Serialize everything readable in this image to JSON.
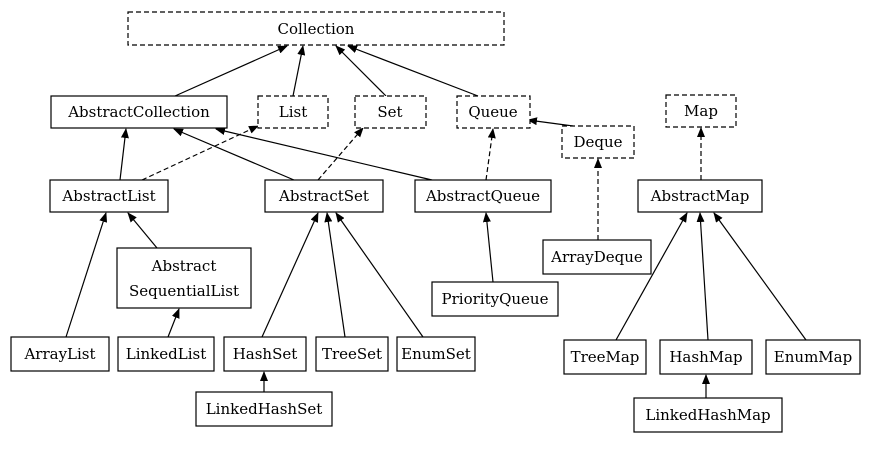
{
  "nodes": {
    "collection": {
      "label": "Collection",
      "kind": "interface"
    },
    "abstract_collection": {
      "label": "AbstractCollection",
      "kind": "class"
    },
    "list": {
      "label": "List",
      "kind": "interface"
    },
    "set": {
      "label": "Set",
      "kind": "interface"
    },
    "queue": {
      "label": "Queue",
      "kind": "interface"
    },
    "deque": {
      "label": "Deque",
      "kind": "interface"
    },
    "abstract_list": {
      "label": "AbstractList",
      "kind": "class"
    },
    "abstract_set": {
      "label": "AbstractSet",
      "kind": "class"
    },
    "abstract_queue": {
      "label": "AbstractQueue",
      "kind": "class"
    },
    "array_deque": {
      "label": "ArrayDeque",
      "kind": "class"
    },
    "abstract_sequential_list": {
      "label_line1": "Abstract",
      "label_line2": "SequentialList",
      "kind": "class"
    },
    "priority_queue": {
      "label": "PriorityQueue",
      "kind": "class"
    },
    "array_list": {
      "label": "ArrayList",
      "kind": "class"
    },
    "linked_list": {
      "label": "LinkedList",
      "kind": "class"
    },
    "hash_set": {
      "label": "HashSet",
      "kind": "class"
    },
    "tree_set": {
      "label": "TreeSet",
      "kind": "class"
    },
    "enum_set": {
      "label": "EnumSet",
      "kind": "class"
    },
    "linked_hash_set": {
      "label": "LinkedHashSet",
      "kind": "class"
    },
    "map": {
      "label": "Map",
      "kind": "interface"
    },
    "abstract_map": {
      "label": "AbstractMap",
      "kind": "class"
    },
    "tree_map": {
      "label": "TreeMap",
      "kind": "class"
    },
    "hash_map": {
      "label": "HashMap",
      "kind": "class"
    },
    "enum_map": {
      "label": "EnumMap",
      "kind": "class"
    },
    "linked_hash_map": {
      "label": "LinkedHashMap",
      "kind": "class"
    }
  },
  "edges": [
    {
      "from": "abstract_collection",
      "to": "collection",
      "style": "solid"
    },
    {
      "from": "list",
      "to": "collection",
      "style": "solid"
    },
    {
      "from": "set",
      "to": "collection",
      "style": "solid"
    },
    {
      "from": "queue",
      "to": "collection",
      "style": "solid"
    },
    {
      "from": "deque",
      "to": "queue",
      "style": "solid"
    },
    {
      "from": "abstract_list",
      "to": "abstract_collection",
      "style": "solid"
    },
    {
      "from": "abstract_list",
      "to": "list",
      "style": "dashed"
    },
    {
      "from": "abstract_set",
      "to": "abstract_collection",
      "style": "solid"
    },
    {
      "from": "abstract_set",
      "to": "set",
      "style": "dashed"
    },
    {
      "from": "abstract_queue",
      "to": "abstract_collection",
      "style": "solid"
    },
    {
      "from": "abstract_queue",
      "to": "queue",
      "style": "dashed"
    },
    {
      "from": "array_deque",
      "to": "deque",
      "style": "dashed"
    },
    {
      "from": "abstract_sequential_list",
      "to": "abstract_list",
      "style": "solid"
    },
    {
      "from": "array_list",
      "to": "abstract_list",
      "style": "solid"
    },
    {
      "from": "linked_list",
      "to": "abstract_sequential_list",
      "style": "solid"
    },
    {
      "from": "hash_set",
      "to": "abstract_set",
      "style": "solid"
    },
    {
      "from": "tree_set",
      "to": "abstract_set",
      "style": "solid"
    },
    {
      "from": "enum_set",
      "to": "abstract_set",
      "style": "solid"
    },
    {
      "from": "linked_hash_set",
      "to": "hash_set",
      "style": "solid"
    },
    {
      "from": "priority_queue",
      "to": "abstract_queue",
      "style": "solid"
    },
    {
      "from": "abstract_map",
      "to": "map",
      "style": "dashed"
    },
    {
      "from": "tree_map",
      "to": "abstract_map",
      "style": "solid"
    },
    {
      "from": "hash_map",
      "to": "abstract_map",
      "style": "solid"
    },
    {
      "from": "enum_map",
      "to": "abstract_map",
      "style": "solid"
    },
    {
      "from": "linked_hash_map",
      "to": "hash_map",
      "style": "solid"
    }
  ]
}
